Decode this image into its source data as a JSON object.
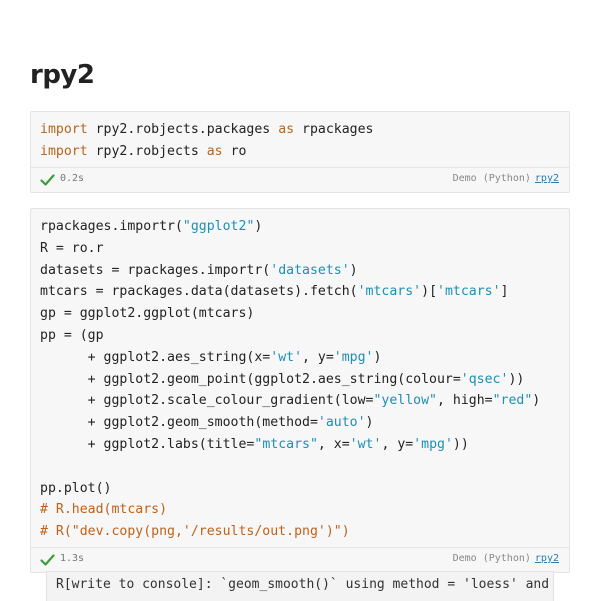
{
  "page": {
    "title": "rpy2"
  },
  "cells": [
    {
      "code_lines": [
        [
          {
            "k": "kw",
            "t": "import"
          },
          {
            "t": " rpy2.robjects.packages "
          },
          {
            "k": "kw",
            "t": "as"
          },
          {
            "t": " rpackages"
          }
        ],
        [
          {
            "k": "kw",
            "t": "import"
          },
          {
            "t": " rpy2.robjects "
          },
          {
            "k": "kw",
            "t": "as"
          },
          {
            "t": " ro"
          }
        ]
      ],
      "time": "0.2s",
      "kernel_label": "Demo (Python)",
      "env_link": "rpy2"
    },
    {
      "code_lines": [
        [
          {
            "t": "rpackages.importr("
          },
          {
            "k": "str",
            "t": "\"ggplot2\""
          },
          {
            "t": ")"
          }
        ],
        [
          {
            "t": "R = ro.r"
          }
        ],
        [
          {
            "t": "datasets = rpackages.importr("
          },
          {
            "k": "str",
            "t": "'datasets'"
          },
          {
            "t": ")"
          }
        ],
        [
          {
            "t": "mtcars = rpackages.data(datasets).fetch("
          },
          {
            "k": "str",
            "t": "'mtcars'"
          },
          {
            "t": ")["
          },
          {
            "k": "str",
            "t": "'mtcars'"
          },
          {
            "t": "]"
          }
        ],
        [
          {
            "t": "gp = ggplot2.ggplot(mtcars)"
          }
        ],
        [
          {
            "t": "pp = (gp"
          }
        ],
        [
          {
            "t": "      + ggplot2.aes_string(x="
          },
          {
            "k": "str",
            "t": "'wt'"
          },
          {
            "t": ", y="
          },
          {
            "k": "str",
            "t": "'mpg'"
          },
          {
            "t": ")"
          }
        ],
        [
          {
            "t": "      + ggplot2.geom_point(ggplot2.aes_string(colour="
          },
          {
            "k": "str",
            "t": "'qsec'"
          },
          {
            "t": "))"
          }
        ],
        [
          {
            "t": "      + ggplot2.scale_colour_gradient(low="
          },
          {
            "k": "str",
            "t": "\"yellow\""
          },
          {
            "t": ", high="
          },
          {
            "k": "str",
            "t": "\"red\""
          },
          {
            "t": ")"
          }
        ],
        [
          {
            "t": "      + ggplot2.geom_smooth(method="
          },
          {
            "k": "str",
            "t": "'auto'"
          },
          {
            "t": ")"
          }
        ],
        [
          {
            "t": "      + ggplot2.labs(title="
          },
          {
            "k": "str",
            "t": "\"mtcars\""
          },
          {
            "t": ", x="
          },
          {
            "k": "str",
            "t": "'wt'"
          },
          {
            "t": ", y="
          },
          {
            "k": "str",
            "t": "'mpg'"
          },
          {
            "t": "))"
          }
        ],
        [
          {
            "t": ""
          }
        ],
        [
          {
            "t": "pp.plot()"
          }
        ],
        [
          {
            "k": "cmt",
            "t": "# R.head(mtcars)"
          }
        ],
        [
          {
            "k": "cmt",
            "t": "# R(\"dev.copy(png,'/results/out.png')\")"
          }
        ]
      ],
      "time": "1.3s",
      "kernel_label": "Demo (Python)",
      "env_link": "rpy2",
      "output_text": "R[write to console]: `geom_smooth()` using method = 'loess' and formula 'y ~ x'"
    }
  ],
  "icons": {
    "success": "checkmark-icon"
  },
  "colors": {
    "checkmark": "#3a9d3a",
    "keyword": "#b5651d",
    "string": "#1c8fb3",
    "comment": "#c0611a",
    "link": "#2a7ab0"
  }
}
